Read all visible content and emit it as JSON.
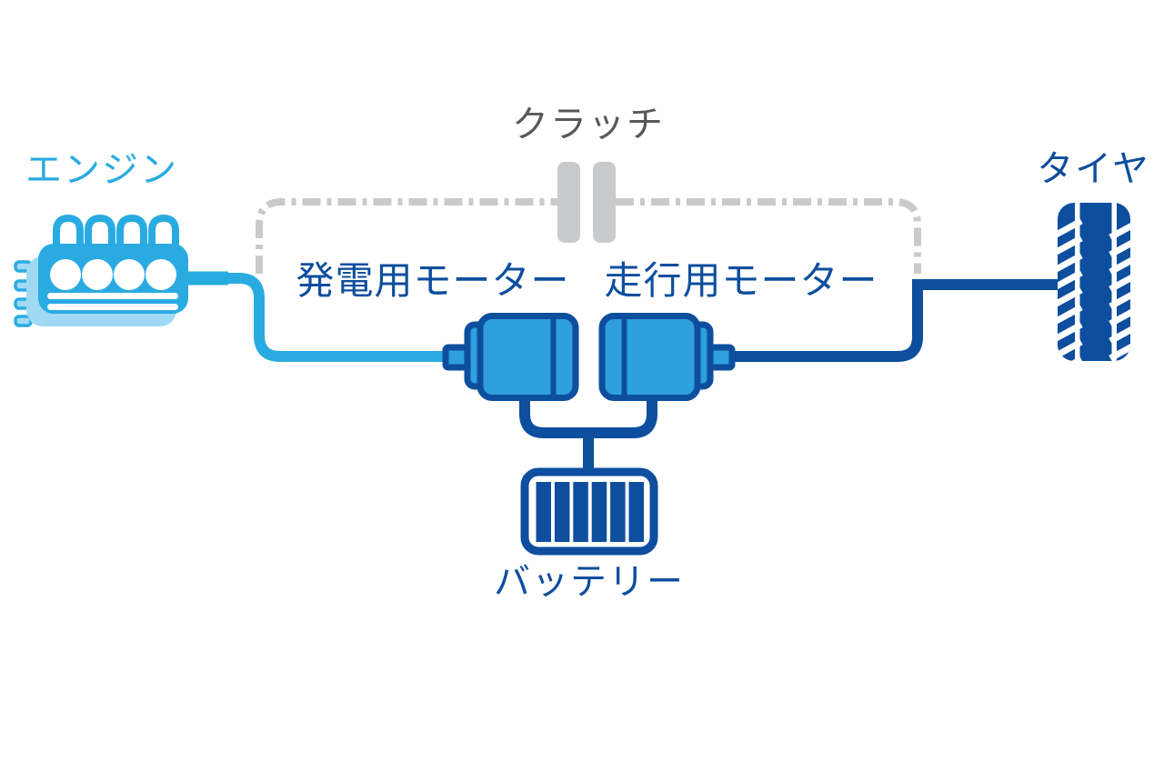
{
  "labels": {
    "engine": "エンジン",
    "clutch": "クラッチ",
    "tire": "タイヤ",
    "generator_motor": "発電用モーター",
    "drive_motor": "走行用モーター",
    "battery": "バッテリー"
  },
  "colors": {
    "light_blue": "#29abe2",
    "pale_blue": "#a0d9f4",
    "mid_blue": "#2f9fde",
    "dark_blue": "#0d4e9e",
    "line_gray": "#c9cacb",
    "text_gray": "#595757",
    "background": "#ffffff"
  },
  "diagram": {
    "type": "powertrain-flow",
    "nodes": [
      "engine",
      "clutch",
      "generator_motor",
      "drive_motor",
      "battery",
      "tire"
    ],
    "connections": [
      {
        "from": "engine",
        "to": "generator_motor",
        "line": "solid",
        "color": "light_blue"
      },
      {
        "from": "generator_motor",
        "to": "battery",
        "line": "solid",
        "color": "dark_blue"
      },
      {
        "from": "battery",
        "to": "drive_motor",
        "line": "solid",
        "color": "dark_blue"
      },
      {
        "from": "drive_motor",
        "to": "tire",
        "line": "solid",
        "color": "dark_blue"
      },
      {
        "from": "engine",
        "to": "tire",
        "via": "clutch",
        "line": "dash-dot",
        "color": "line_gray"
      }
    ]
  }
}
